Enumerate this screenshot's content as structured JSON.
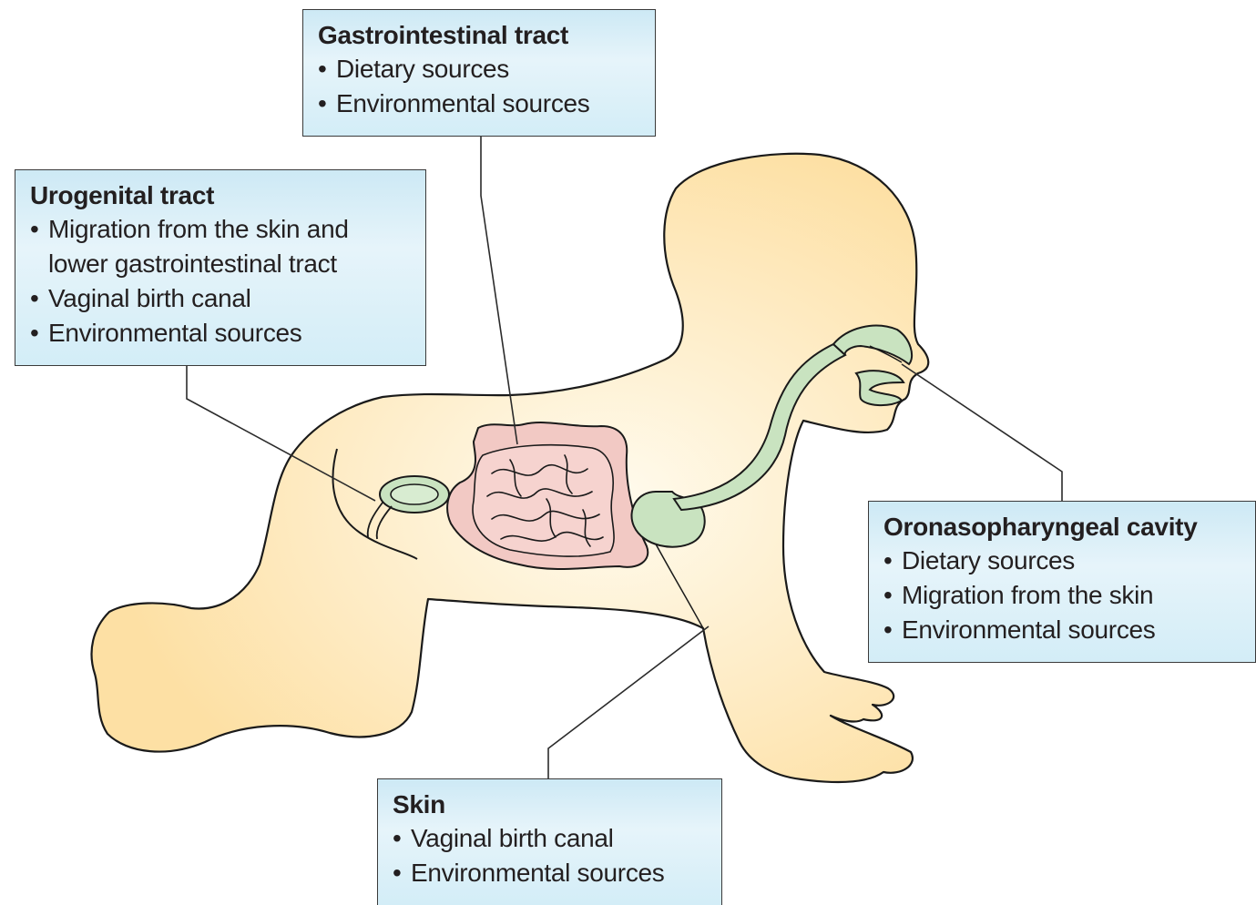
{
  "colors": {
    "body_fill": "#fde2ab",
    "body_outline": "#1a1a1a",
    "intestine_fill": "#f2c9c4",
    "stomach_fill": "#c9e3c0",
    "label_box_fill": "#d6eef8",
    "leader_line": "#2b2b2b"
  },
  "icons": {
    "figure": "crawling-infant-silhouette",
    "organs": [
      "small-intestine",
      "large-intestine",
      "stomach",
      "esophagus",
      "nasal-cavity",
      "bladder"
    ]
  },
  "labels": {
    "gastrointestinal": {
      "title": "Gastrointestinal tract",
      "items": [
        "Dietary sources",
        "Environmental sources"
      ]
    },
    "urogenital": {
      "title": "Urogenital tract",
      "items": [
        "Migration from the skin and",
        "lower gastrointestinal tract",
        "Vaginal birth canal",
        "Environmental sources"
      ]
    },
    "oronasopharyngeal": {
      "title": "Oronasopharyngeal cavity",
      "items": [
        "Dietary sources",
        "Migration from the skin",
        "Environmental sources"
      ]
    },
    "skin": {
      "title": "Skin",
      "items": [
        "Vaginal birth canal",
        "Environmental sources"
      ]
    }
  }
}
